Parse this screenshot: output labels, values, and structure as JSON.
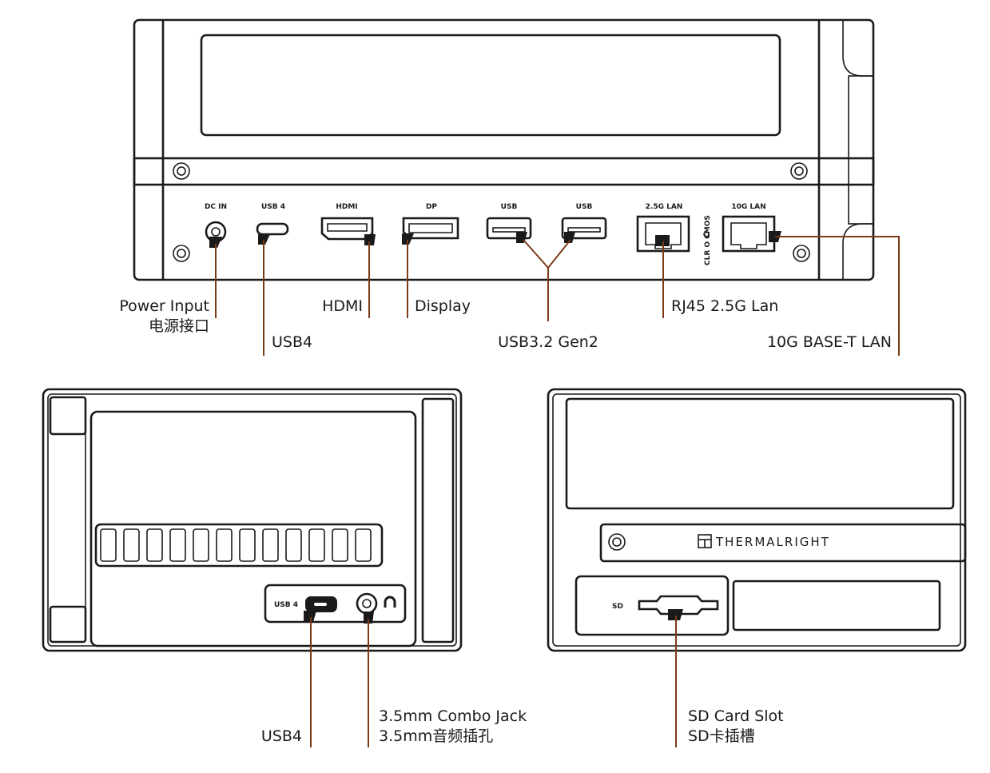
{
  "rear_panel": {
    "port_labels": {
      "dc_in": "DC IN",
      "usb4": "USB 4",
      "hdmi": "HDMI",
      "dp": "DP",
      "usb_a1": "USB",
      "usb_a2": "USB",
      "lan_25g": "2.5G LAN",
      "clr_cmos": "CLR O CMOS",
      "lan_10g": "10G LAN"
    },
    "callouts": {
      "power_input": "Power Input",
      "power_input_cn": "电源接口",
      "usb4": "USB4",
      "hdmi": "HDMI",
      "display": "Display",
      "usb32": "USB3.2 Gen2",
      "rj45": "RJ45 2.5G Lan",
      "lan10g": "10G BASE-T LAN"
    }
  },
  "side_panel": {
    "port_labels": {
      "usb4": "USB 4"
    },
    "callouts": {
      "usb4": "USB4",
      "combo_jack": "3.5mm Combo Jack",
      "combo_jack_cn": "3.5mm音频插孔"
    }
  },
  "front_panel": {
    "brand": "THERMALRIGHT",
    "port_labels": {
      "sd": "SD"
    },
    "callouts": {
      "sd_slot": "SD Card Slot",
      "sd_slot_cn": "SD卡插槽"
    }
  },
  "colors": {
    "outline": "#1a1a1a",
    "leader": "#7a3b16",
    "background": "#ffffff"
  }
}
